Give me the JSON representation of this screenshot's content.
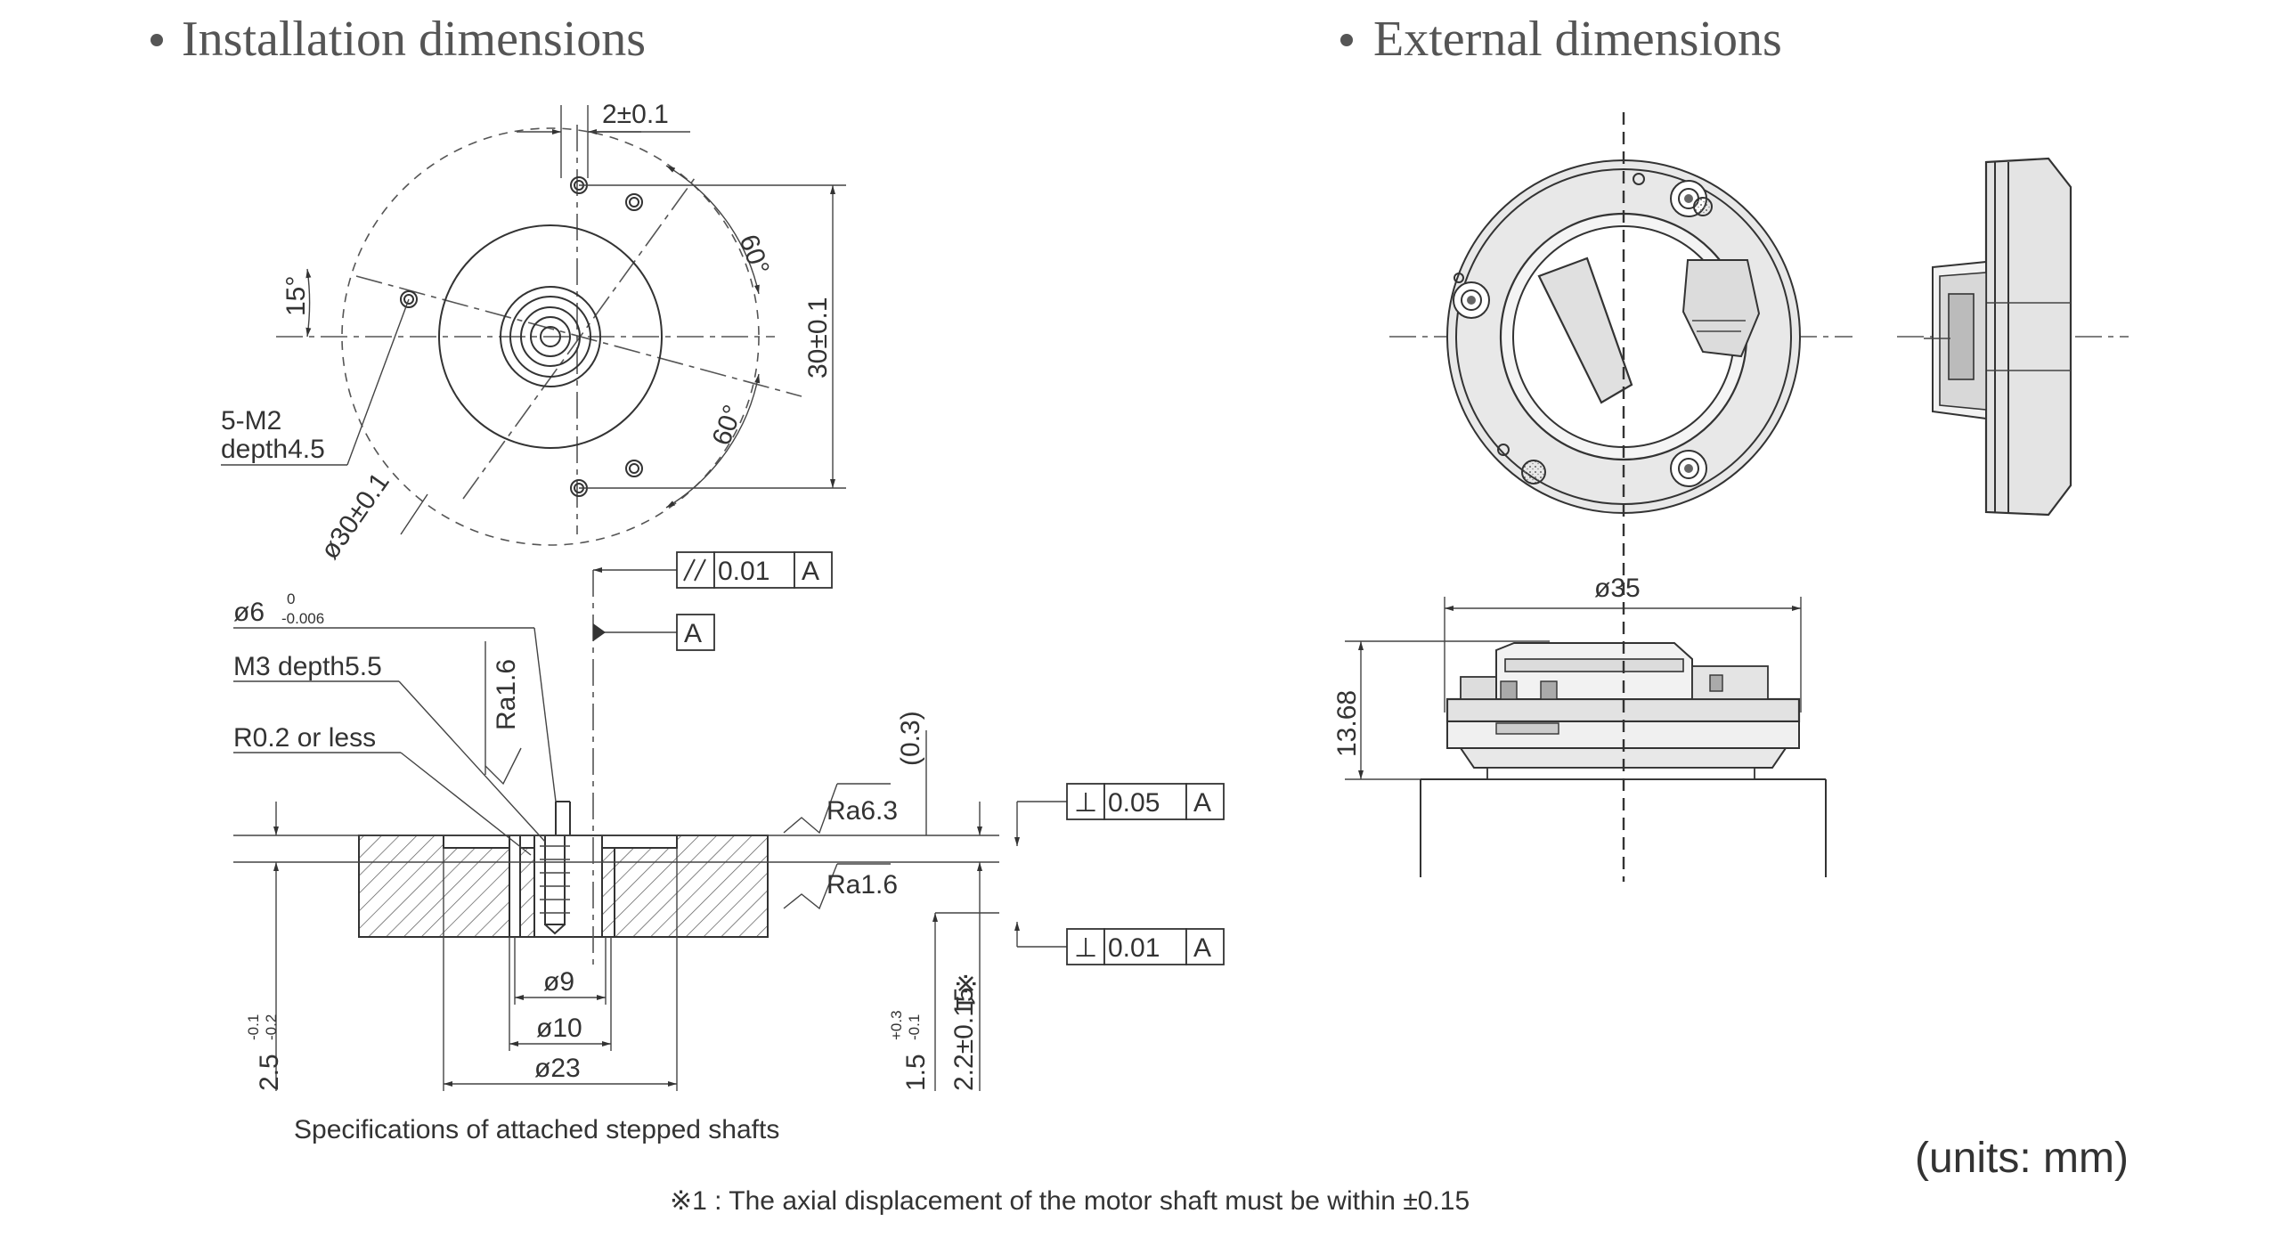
{
  "headings": {
    "installation": "Installation dimensions",
    "external": "External dimensions"
  },
  "installation_top": {
    "pitch": "2±0.1",
    "angle_top": "60°",
    "angle_bottom": "60°",
    "angle_left": "15°",
    "height": "30±0.1",
    "hole_label_1": "5-M2",
    "hole_label_2": "depth4.5",
    "pcd": "ø30±0.1"
  },
  "installation_section": {
    "shaft_dia": "ø6",
    "shaft_tol_upper": "0",
    "shaft_tol_lower": "-0.006",
    "thread": "M3 depth5.5",
    "fillet": "R0.2 or less",
    "roughness_shaft": "Ra1.6",
    "roughness_top": "Ra6.3",
    "roughness_bottom": "Ra1.6",
    "ref_height": "(0.3)",
    "runout_value": "0.01",
    "runout_datum": "A",
    "datum_label": "A",
    "perp1_symbol": "⊥",
    "perp1_value": "0.05",
    "perp1_datum": "A",
    "perp2_symbol": "⊥",
    "perp2_value": "0.01",
    "perp2_datum": "A",
    "dia9": "ø9",
    "dia10": "ø10",
    "dia23": "ø23",
    "depth_left": "2.5",
    "depth_left_tol_upper": "-0.1",
    "depth_left_tol_lower": "-0.2",
    "step": "1.5",
    "step_tol_upper": "+0.3",
    "step_tol_lower": "-0.1",
    "axial": "2.2±0.15",
    "axial_note_mark": "※1",
    "caption": "Specifications of attached stepped shafts"
  },
  "external": {
    "diameter": "ø35",
    "height": "13.68"
  },
  "footnote": "※1 : The axial displacement of the motor shaft must be within ±0.15",
  "units": "(units: mm)"
}
